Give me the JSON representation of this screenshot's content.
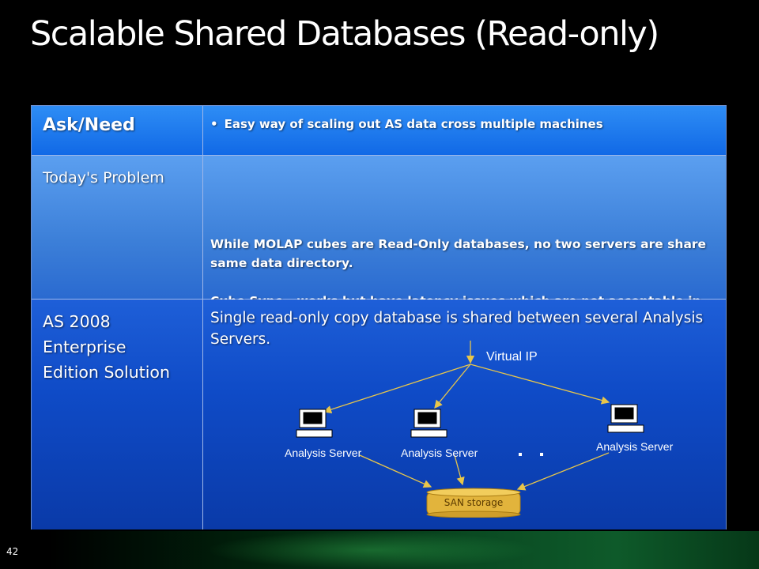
{
  "slide": {
    "title": "Scalable Shared Databases (Read-only)",
    "number": "42"
  },
  "table": {
    "rows": [
      {
        "label": "Ask/Need",
        "bullet": "Easy way of scaling out AS data cross multiple machines"
      },
      {
        "label": "Today's Problem",
        "paragraphs": [
          "While MOLAP cubes are Read-Only databases, no two servers are share same data directory.",
          "Cube Sync – works but have latency issues which are not acceptable in LB solutions."
        ]
      },
      {
        "label": "AS 2008 Enterprise Edition Solution",
        "text": "Single read-only copy database is shared between several Analysis Servers."
      }
    ]
  },
  "diagram": {
    "virtual_ip": "Virtual IP",
    "servers": [
      "Analysis Server",
      "Analysis Server",
      "Analysis Server"
    ],
    "storage_label": "SAN storage",
    "icons": [
      "server-computer-icon",
      "san-storage-icon"
    ],
    "colors": {
      "arrow": "#e8c64a",
      "storage": "#e2b43c"
    }
  }
}
